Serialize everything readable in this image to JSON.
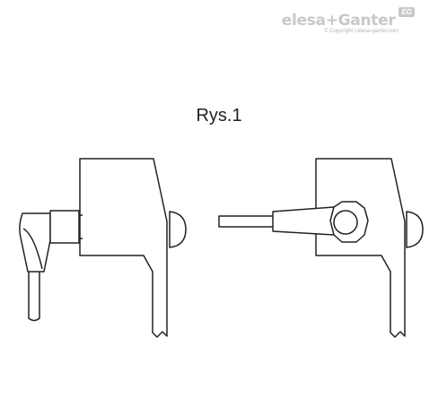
{
  "logo": {
    "brand": "elesa+Ganter",
    "badge": "EG",
    "copyright": "© Copyright | elesa-ganter.com"
  },
  "figure": {
    "title": "Rys.1"
  }
}
